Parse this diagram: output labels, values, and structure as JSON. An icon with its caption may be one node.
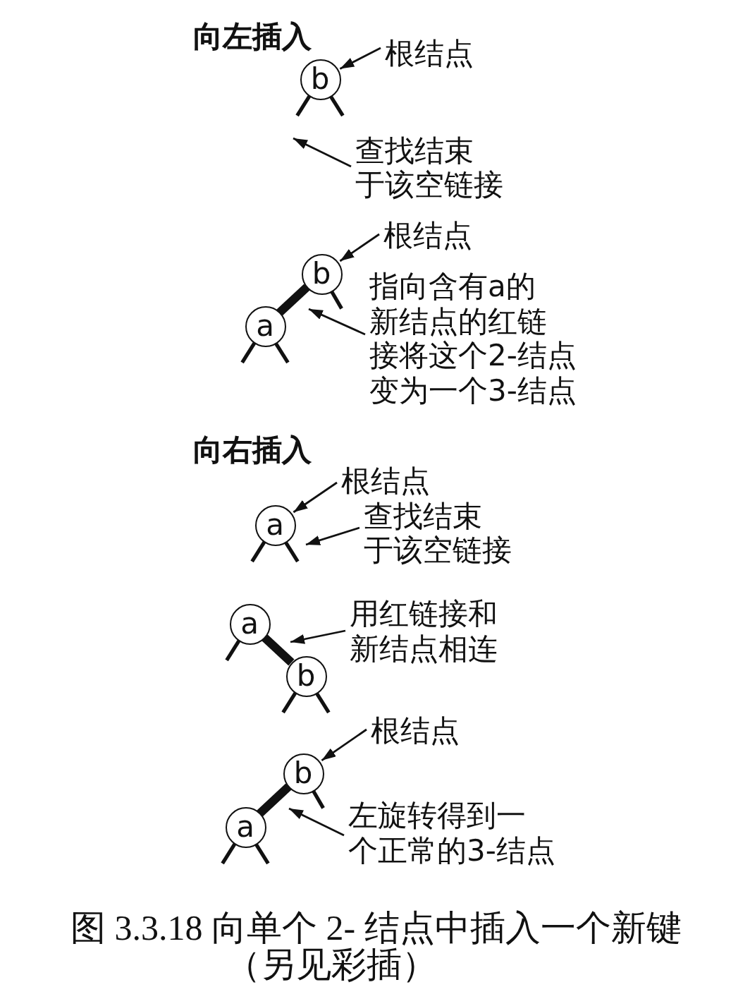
{
  "diagram": {
    "caption": "图 3.3.18 向单个 2- 结点中插入一个新键（另见彩插）",
    "nodes": [
      {
        "text": [
          "根结点"
        ]
      },
      {
        "text": [
          "b"
        ]
      },
      {
        "text": [
          "查找结束于该空链接"
        ]
      },
      {
        "text": [
          "根结点"
        ]
      },
      {
        "text": [
          "b"
        ]
      },
      {
        "text": [
          "a"
        ]
      },
      {
        "text": [
          "指向含有a的新结点的红链接将这个2-结点变为一个3-结点"
        ]
      },
      {
        "text": [
          "根结点"
        ]
      },
      {
        "text": [
          "a"
        ]
      },
      {
        "text": [
          "查找结束于该空链接"
        ]
      },
      {
        "text": [
          "a"
        ]
      },
      {
        "text": [
          "用红链接和新结点相连"
        ]
      },
      {
        "text": [
          "b"
        ]
      },
      {
        "text": [
          "根结点"
        ]
      },
      {
        "text": [
          "b"
        ]
      },
      {
        "text": [
          "左旋转得到一个正常的3-结点"
        ]
      },
      {
        "text": [
          "a"
        ]
      }
    ],
    "edges": [
      {
        "from": 0,
        "to": 1,
        "arrow": "to"
      },
      {
        "from": 2,
        "to": null,
        "arrow": "to"
      },
      {
        "from": 3,
        "to": 4,
        "arrow": "to"
      },
      {
        "from": 5,
        "to": 4,
        "arrow": "none",
        "style": "thick"
      },
      {
        "from": 6,
        "to": 4,
        "arrow": "to"
      },
      {
        "from": 7,
        "to": 8,
        "arrow": "to"
      },
      {
        "from": 9,
        "to": 8,
        "arrow": "to"
      },
      {
        "from": 10,
        "to": 12,
        "arrow": "none",
        "style": "thick"
      },
      {
        "from": 11,
        "to": 10,
        "arrow": "to"
      },
      {
        "from": 13,
        "to": 14,
        "arrow": "to"
      },
      {
        "from": 16,
        "to": 14,
        "arrow": "none",
        "style": "thick"
      },
      {
        "from": 15,
        "to": 14,
        "arrow": "to"
      }
    ],
    "labels": [
      "向左插入",
      "向右插入"
    ]
  }
}
